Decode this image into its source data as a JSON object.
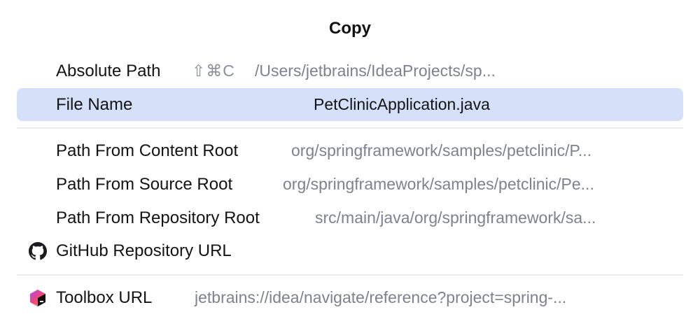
{
  "popup": {
    "title": "Copy",
    "groups": [
      {
        "items": [
          {
            "label": "Absolute Path",
            "shortcut": "⇧⌘C",
            "value": "/Users/jetbrains/IdeaProjects/sp...",
            "selected": false
          },
          {
            "label": "File Name",
            "value": "PetClinicApplication.java",
            "selected": true
          }
        ]
      },
      {
        "items": [
          {
            "label": "Path From Content Root",
            "value": "org/springframework/samples/petclinic/P..."
          },
          {
            "label": "Path From Source Root",
            "value": "org/springframework/samples/petclinic/Pe..."
          },
          {
            "label": "Path From Repository Root",
            "value": "src/main/java/org/springframework/sa..."
          },
          {
            "label": "GitHub Repository URL",
            "icon": "github-icon"
          }
        ]
      },
      {
        "items": [
          {
            "label": "Toolbox URL",
            "icon": "toolbox-icon",
            "value": "jetbrains://idea/navigate/reference?project=spring-..."
          }
        ]
      }
    ]
  },
  "colors": {
    "selection_bg": "#d5e1f9",
    "separator": "#ebebef",
    "secondary_text": "#7d8190",
    "primary_text": "#141414"
  }
}
